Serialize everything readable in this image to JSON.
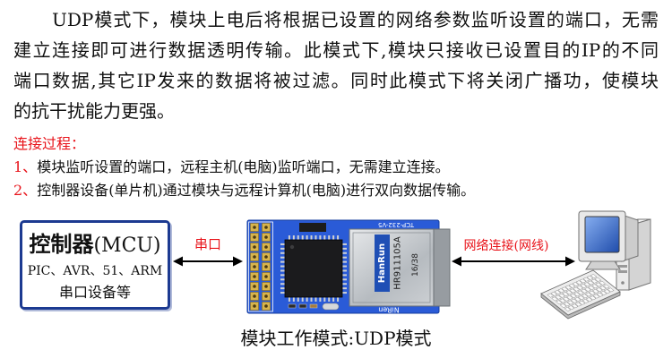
{
  "paragraph": {
    "lines": [
      "UDP模式下，模块上电后将根据已设置的网络参数监听设置的端口，无需",
      "建立连接即可进行数据透明传输。此模式下,模块只接收已设置目的IP的不同",
      "端口数据,其它IP发来的数据将被过滤。同时此模式下将关闭广播功，使模块",
      "的抗干扰能力更强。"
    ]
  },
  "process": {
    "heading": "连接过程：",
    "steps": [
      {
        "num": "1、",
        "text": "模块监听设置的端口，远程主机(电脑)监听端口，无需建立连接。"
      },
      {
        "num": "2、",
        "text": "控制器设备(单片机)通过模块与远程计算机(电脑)进行双向数据传输。"
      }
    ]
  },
  "diagram": {
    "controller": {
      "title_main": "控制器",
      "title_suffix": "(MCU)",
      "line1": "PIC、AVR、51、ARM",
      "line2": "串口设备等"
    },
    "serial_link_label": "串口",
    "module": {
      "top_silkscreen": "TCP-232-V5",
      "bottom_silkscreen": "NiRen",
      "jack_brand": "HanRun",
      "jack_model": "HR911105A",
      "jack_code": "16/38"
    },
    "network_link_label": "网络连接(网线)",
    "caption": "模块工作模式:UDP模式"
  },
  "icons": {
    "module": "serial-ethernet-module-icon",
    "computer": "desktop-computer-icon",
    "arrows": "double-arrow-icon"
  },
  "colors": {
    "accent_red": "#e8141b",
    "box_border": "#1c3a91",
    "pcb_blue": "#2a5bd7",
    "text": "#111111"
  }
}
